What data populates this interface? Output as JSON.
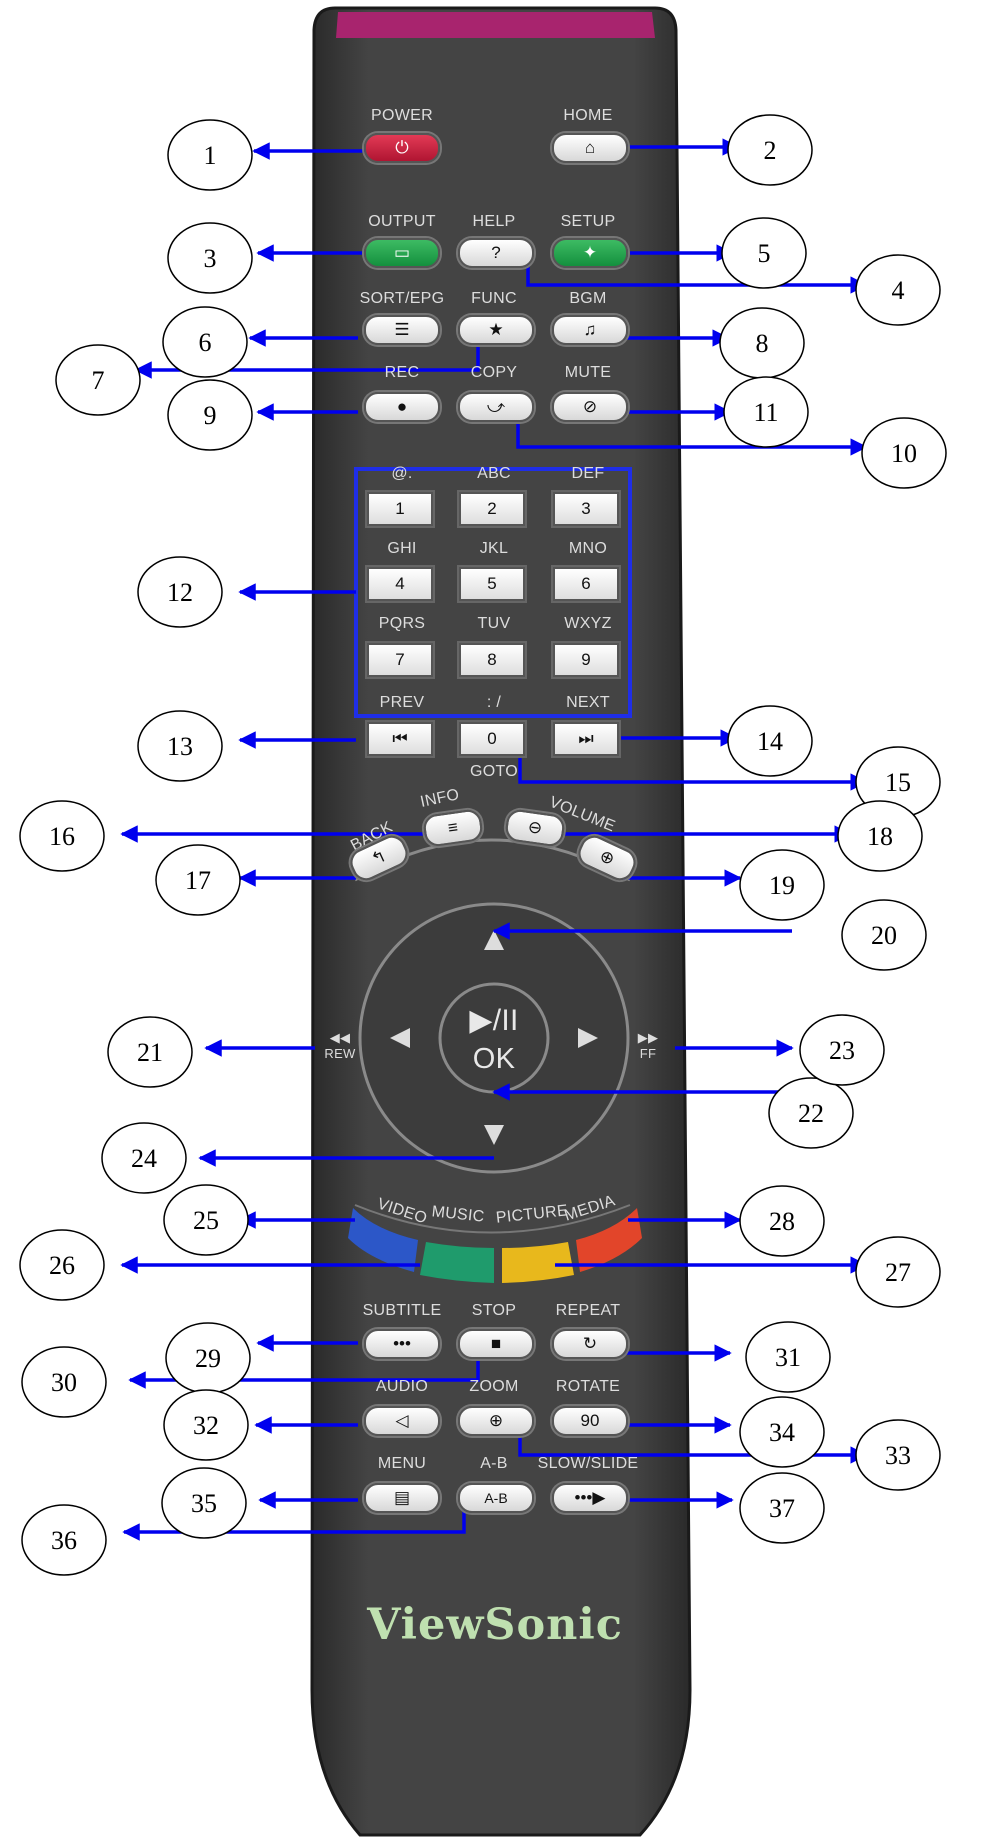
{
  "brand": "ViewSonic",
  "labels": {
    "power": "POWER",
    "home": "HOME",
    "output": "OUTPUT",
    "help": "HELP",
    "setup": "SETUP",
    "sort_epg": "SORT/EPG",
    "func": "FUNC",
    "bgm": "BGM",
    "rec": "REC",
    "copy": "COPY",
    "mute": "MUTE",
    "k1": "@.",
    "k2": "ABC",
    "k3": "DEF",
    "k4": "GHI",
    "k5": "JKL",
    "k6": "MNO",
    "k7": "PQRS",
    "k8": "TUV",
    "k9": "WXYZ",
    "prev": "PREV",
    "colon": ": /",
    "next": "NEXT",
    "goto": "GOTO",
    "back": "BACK",
    "info": "INFO",
    "volume": "VOLUME",
    "rew": "REW",
    "ff": "FF",
    "ok": "OK",
    "play_pause": "▶/II",
    "video": "VIDEO",
    "music": "MUSIC",
    "picture": "PICTURE",
    "media": "MEDIA",
    "subtitle": "SUBTITLE",
    "stop": "STOP",
    "repeat": "REPEAT",
    "audio": "AUDIO",
    "zoom": "ZOOM",
    "rotate": "ROTATE",
    "menu": "MENU",
    "ab": "A-B",
    "slow_slide": "SLOW/SLIDE"
  },
  "keys": {
    "n1": "1",
    "n2": "2",
    "n3": "3",
    "n4": "4",
    "n5": "5",
    "n6": "6",
    "n7": "7",
    "n8": "8",
    "n9": "9",
    "n0": "0",
    "ab_btn": "A-B",
    "rotate_btn": "90"
  },
  "callouts": [
    "1",
    "2",
    "3",
    "4",
    "5",
    "6",
    "7",
    "8",
    "9",
    "10",
    "11",
    "12",
    "13",
    "14",
    "15",
    "16",
    "17",
    "18",
    "19",
    "20",
    "21",
    "22",
    "23",
    "24",
    "25",
    "26",
    "27",
    "28",
    "29",
    "30",
    "31",
    "32",
    "33",
    "34",
    "35",
    "36",
    "37"
  ],
  "colors": {
    "arrow": "#0000ee",
    "remote_body": "#3a3a3a",
    "top_band": "#a8246e",
    "power_red": "#c0203c",
    "green_key": "#1c9a48",
    "video_blue": "#2c57c8",
    "music_green": "#1f9b6c",
    "picture_yellow": "#e8b81c",
    "media_red": "#e2452a",
    "brand_text": "#bfe0b0"
  }
}
